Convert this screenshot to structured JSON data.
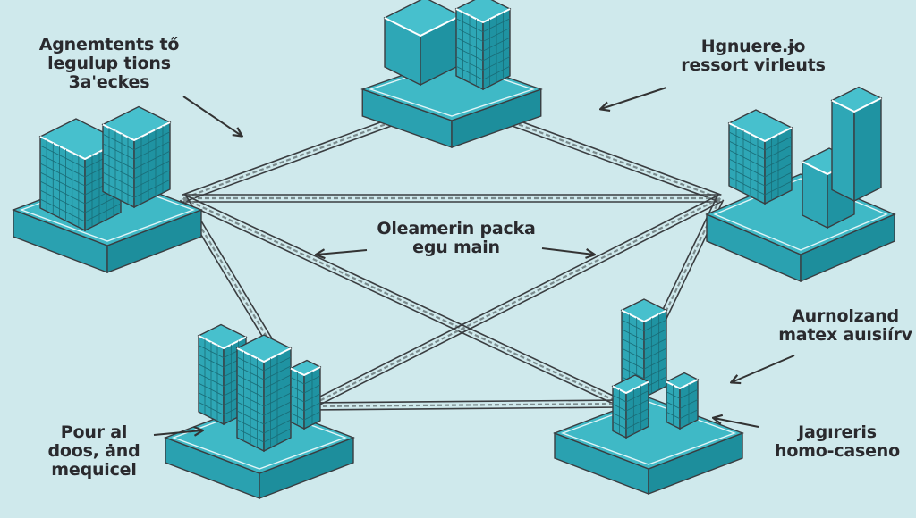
{
  "diagram": {
    "title": "",
    "colors": {
      "background": "#cfe9ec",
      "platform_top": "#3fb9c6",
      "platform_side": "#2aa1b0",
      "platform_front": "#1d8e9c",
      "building_top": "#47c0cd",
      "building_left": "#2ea7b6",
      "building_right": "#1f93a2",
      "outline": "#3a3d40",
      "text": "#2a2a2e"
    },
    "nodes": [
      {
        "id": "top",
        "label_lines": [],
        "buildings": 2
      },
      {
        "id": "left",
        "label_lines": [],
        "buildings": 2
      },
      {
        "id": "right",
        "label_lines": [],
        "buildings": 3
      },
      {
        "id": "bottom-left",
        "label_lines": [],
        "buildings": 3
      },
      {
        "id": "bottom-right",
        "label_lines": [],
        "buildings": 3
      }
    ],
    "connections": [
      [
        "top",
        "left"
      ],
      [
        "top",
        "right"
      ],
      [
        "left",
        "right"
      ],
      [
        "left",
        "bottom-right"
      ],
      [
        "right",
        "bottom-left"
      ],
      [
        "left",
        "bottom-left"
      ],
      [
        "right",
        "bottom-right"
      ],
      [
        "bottom-left",
        "bottom-right"
      ]
    ],
    "labels": {
      "top_left": [
        "Agnemtents tő",
        "legulup tions",
        "3a'eckes"
      ],
      "top_right": [
        "Hgnuere.ɉo",
        "ressort virleuts"
      ],
      "center": [
        "Oleamerin packa",
        "egu main"
      ],
      "right": [
        "Aurnolzand",
        "matex auısiírv"
      ],
      "bottom_right": [
        "Jagıreris",
        "homo-caseno"
      ],
      "bottom_left": [
        "Pour al",
        "doos, ȧnd",
        "mequicel"
      ]
    }
  }
}
